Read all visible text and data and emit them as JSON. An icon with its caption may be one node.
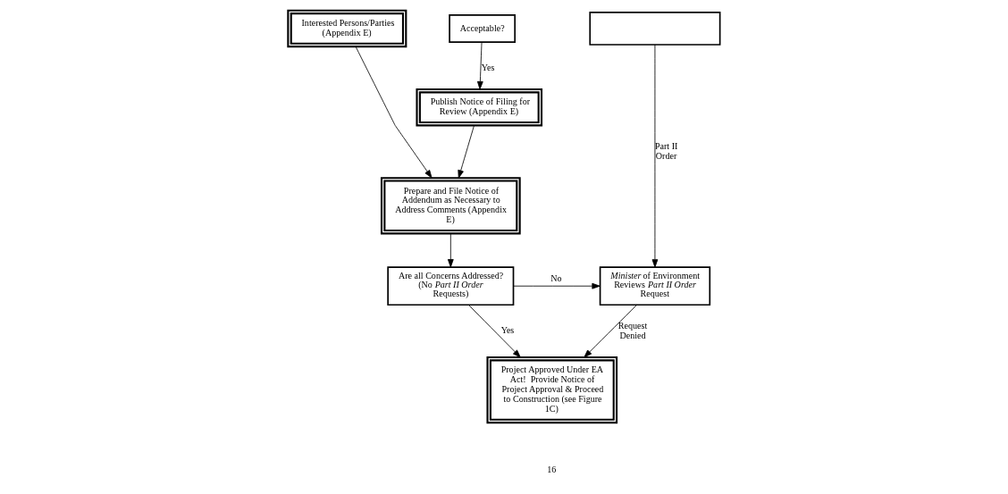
{
  "diagram": {
    "nodes": [
      {
        "text": [
          "Interested Persons/Parties (Appendix E)"
        ]
      },
      {
        "text": [
          "Acceptable?"
        ]
      },
      {
        "text": [],
        "shape": "box"
      },
      {
        "text": [
          "Prepare and File Notice of Addendum as Necessary to Address Comments (Appendix E)"
        ]
      },
      {
        "text": [
          "Publish Notice of Filing for Review (Appendix E)"
        ]
      },
      {
        "text": [
          "Are all Concerns Addressed? (No *Part II Order* Requests)"
        ]
      },
      {
        "text": [
          "*Minister* of Environment Reviews *Part II Order* Request"
        ]
      },
      {
        "text": [
          "Project Approved Under EA Act!  Provide Notice of Project Approval & Proceed to Construction (see Figure 1C)"
        ]
      }
    ],
    "edges": [
      {
        "from": 0,
        "to": 3,
        "arrow": "to"
      },
      {
        "from": 1,
        "to": 4,
        "arrow": "to",
        "label": "Yes"
      },
      {
        "from": 2,
        "to": 6,
        "arrow": "to",
        "label": "Part II Order"
      },
      {
        "from": 4,
        "to": 3,
        "arrow": "to"
      },
      {
        "from": 3,
        "to": 5,
        "arrow": "to"
      },
      {
        "from": 5,
        "to": 6,
        "arrow": "to",
        "label": "No"
      },
      {
        "from": 5,
        "to": 7,
        "arrow": "to",
        "label": "Yes"
      },
      {
        "from": 6,
        "to": 7,
        "arrow": "to",
        "label": "Request Denied"
      }
    ],
    "labels": [
      "16"
    ]
  }
}
